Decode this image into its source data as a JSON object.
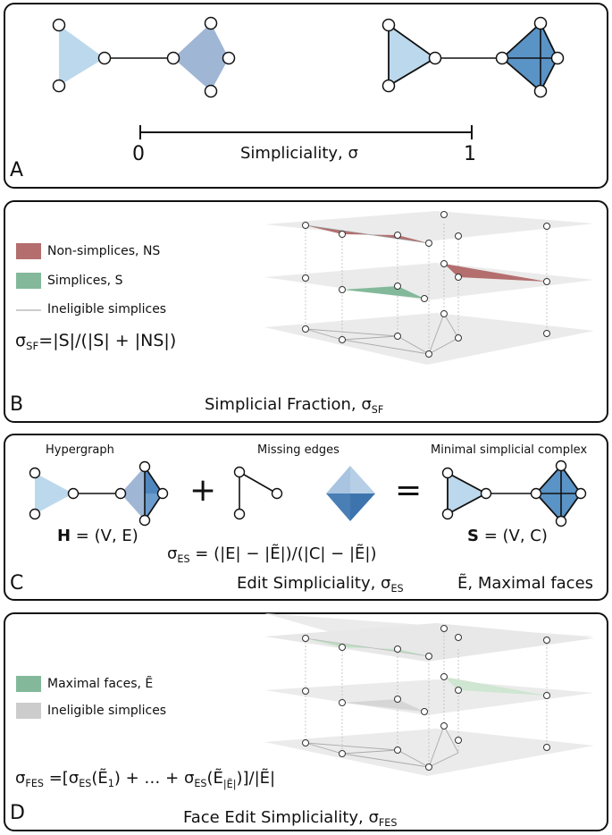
{
  "colors": {
    "light_blue": "#bcd8ec",
    "mid_blue": "#9fb6d4",
    "dark_blue": "#5a93c6",
    "red": "#b46e6e",
    "green": "#83b99a",
    "light_green": "#bfe0c4",
    "gray": "#cccccc",
    "layer_gray": "#e9e9e9"
  },
  "panel_a": {
    "letter": "A",
    "axis_min": "0",
    "axis_max": "1",
    "axis_label": "Simpliciality, σ"
  },
  "panel_b": {
    "letter": "B",
    "legend": [
      {
        "label": "Non-simplices, NS",
        "color": "#b46e6e"
      },
      {
        "label": "Simplices, S",
        "color": "#83b99a"
      },
      {
        "label": "Ineligible simplices",
        "color": "#cccccc"
      }
    ],
    "formula_main": "σ",
    "formula_sub": "SF",
    "formula_rest": "=|S|/(|S| + |NS|)",
    "title_main": "Simplicial Fraction, σ",
    "title_sub": "SF"
  },
  "panel_c": {
    "letter": "C",
    "hypergraph_label": "Hypergraph",
    "missing_edges_label": "Missing edges",
    "minimal_label": "Minimal simplicial complex",
    "plus": "+",
    "equals": "=",
    "h_bold": "H",
    "h_rest": " = (V, E)",
    "s_bold": "S",
    "s_rest": " = (V, C)",
    "formula_main": "σ",
    "formula_sub": "ES",
    "formula_rest": " = (|E| − |Ẽ|)/(|C| − |Ẽ|)",
    "title_main": "Edit Simpliciality, σ",
    "title_sub": "ES",
    "maximal_faces": "Ẽ, Maximal faces"
  },
  "panel_d": {
    "letter": "D",
    "legend": [
      {
        "label": "Maximal faces, Ẽ",
        "color": "#83b99a"
      },
      {
        "label": "Ineligible simplices",
        "color": "#cccccc"
      }
    ],
    "formula_main": "σ",
    "formula_sub": "FES",
    "formula_part1": " =[σ",
    "formula_sub1": "ES",
    "formula_part2": "(Ẽ",
    "formula_sub2": "1",
    "formula_part3": ") + … + σ",
    "formula_sub3": "ES",
    "formula_part4": "(Ẽ",
    "formula_sub4": "|Ẽ|",
    "formula_part5": ")]/|Ẽ|",
    "title_main": "Face Edit Simpliciality, σ",
    "title_sub": "FES"
  }
}
